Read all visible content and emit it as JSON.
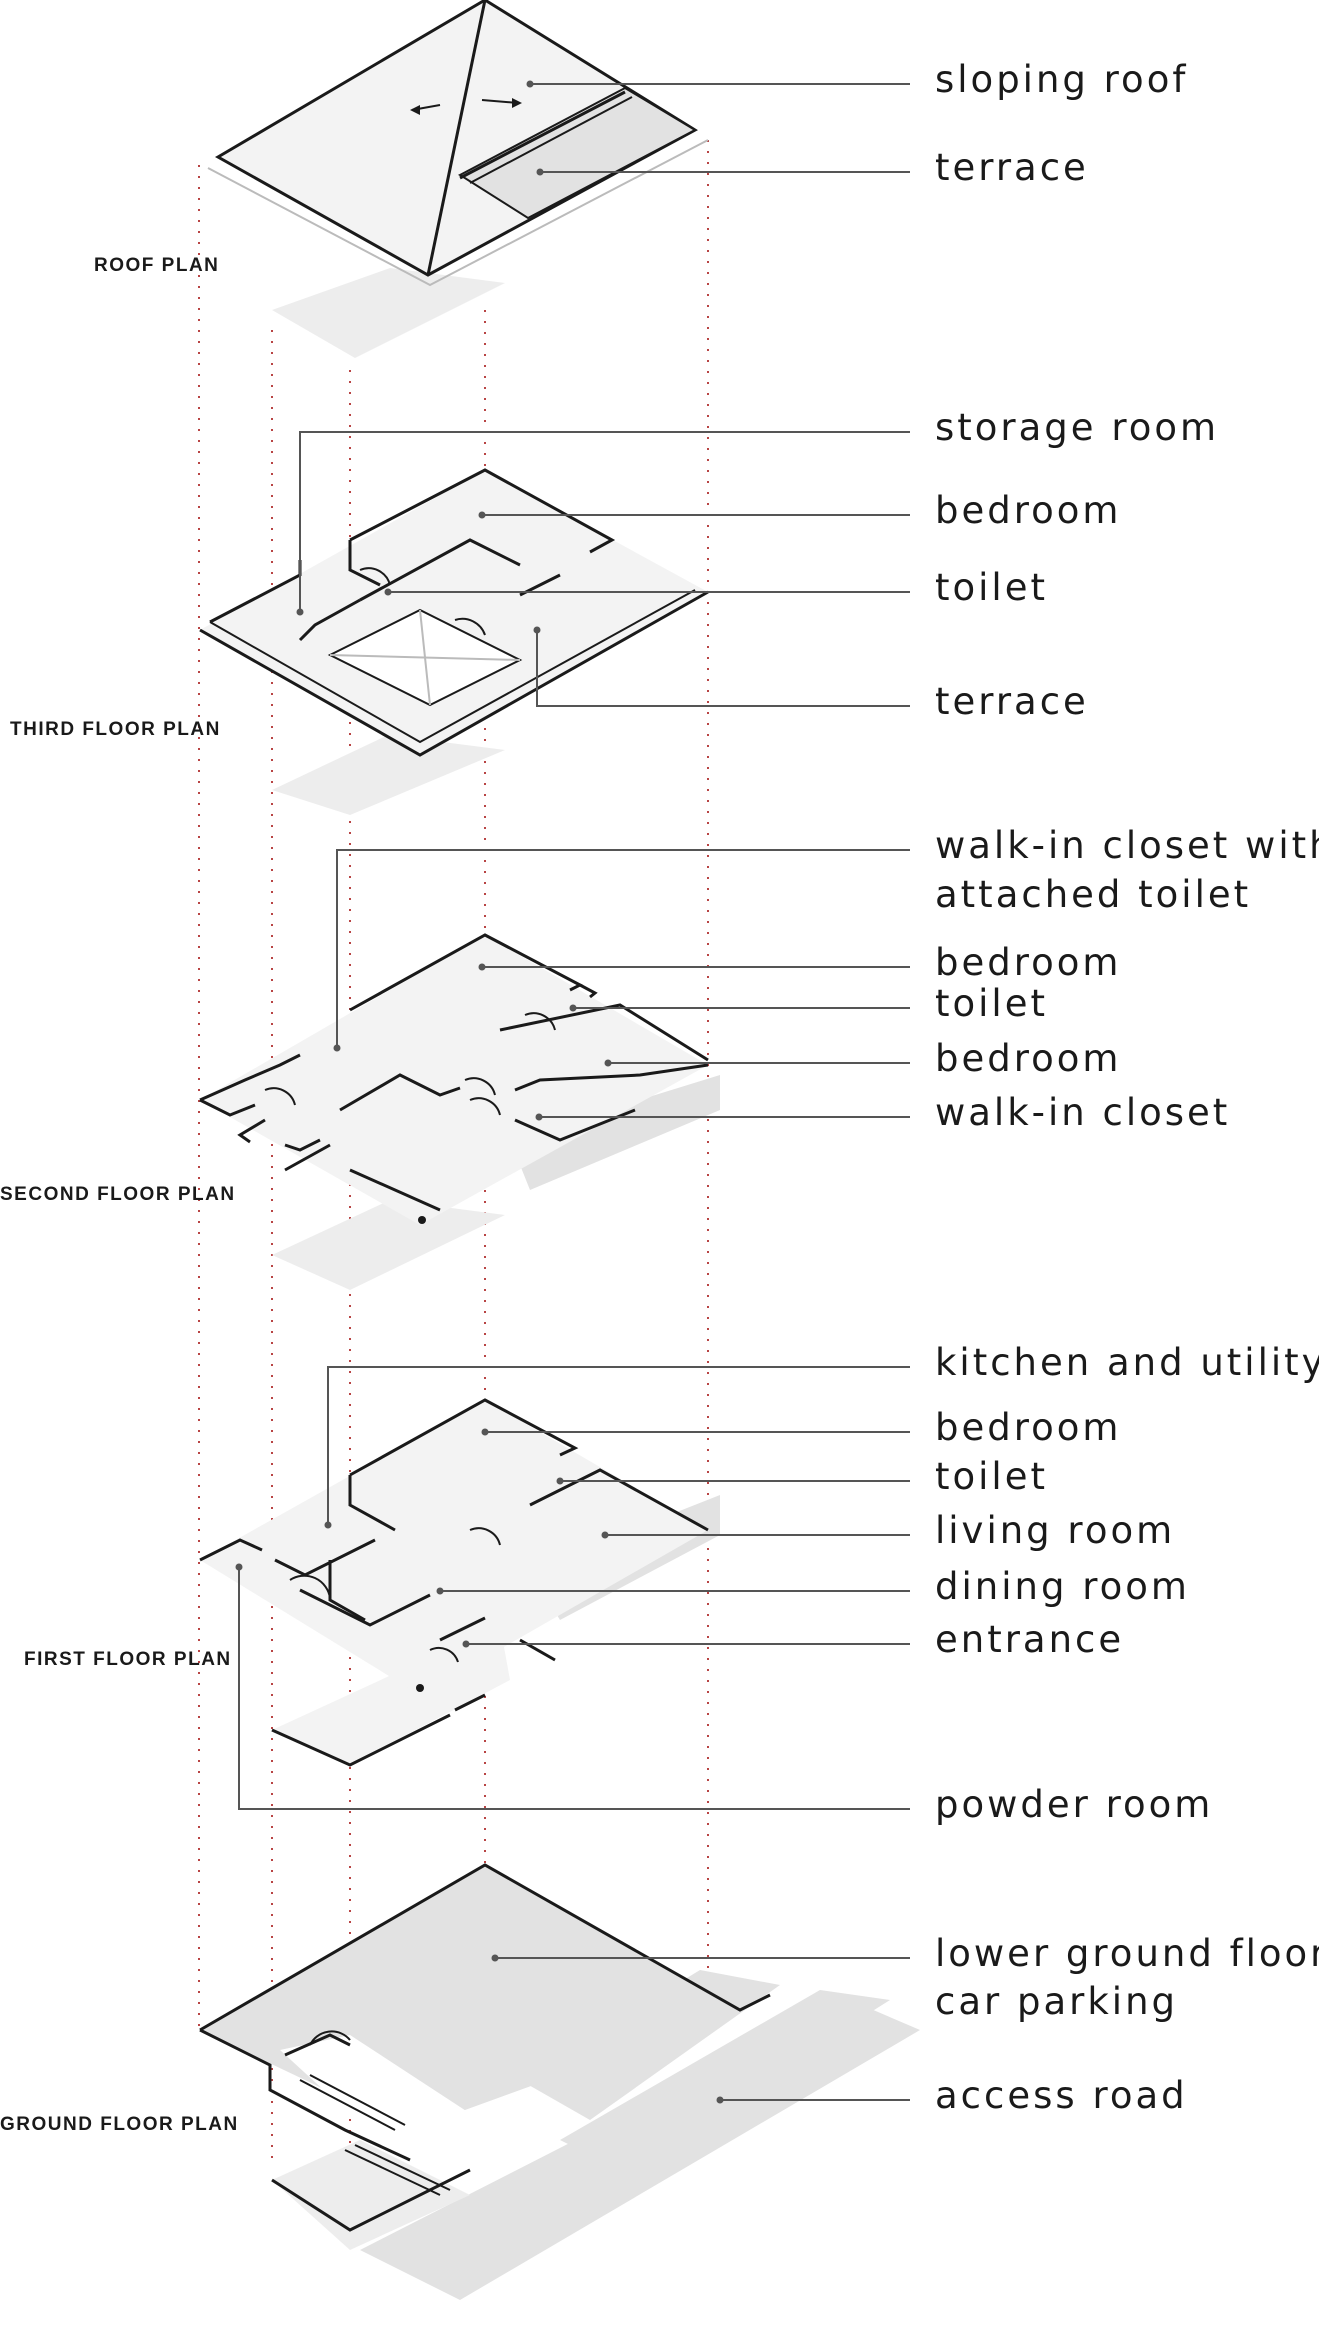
{
  "colors": {
    "line": "#1a1a1a",
    "floor": "#f3f3f3",
    "ground": "#e2e2e2",
    "guide": "#b84444"
  },
  "plans": [
    {
      "id": "roof",
      "title": "ROOF PLAN"
    },
    {
      "id": "third",
      "title": "THIRD FLOOR PLAN"
    },
    {
      "id": "second",
      "title": "SECOND FLOOR PLAN"
    },
    {
      "id": "first",
      "title": "FIRST FLOOR PLAN"
    },
    {
      "id": "ground",
      "title": "GROUND FLOOR PLAN"
    }
  ],
  "labels": {
    "roof": [
      "sloping roof",
      "terrace"
    ],
    "third": [
      "storage room",
      "bedroom",
      "toilet",
      "terrace"
    ],
    "second": [
      "walk-in closet with",
      "attached toilet",
      "bedroom",
      "toilet",
      "bedroom",
      "walk-in closet"
    ],
    "first": [
      "kitchen and utility",
      "bedroom",
      "toilet",
      "living room",
      "dining room",
      "entrance",
      "powder room"
    ],
    "ground": [
      "lower ground floor",
      "car parking",
      "access road"
    ]
  }
}
